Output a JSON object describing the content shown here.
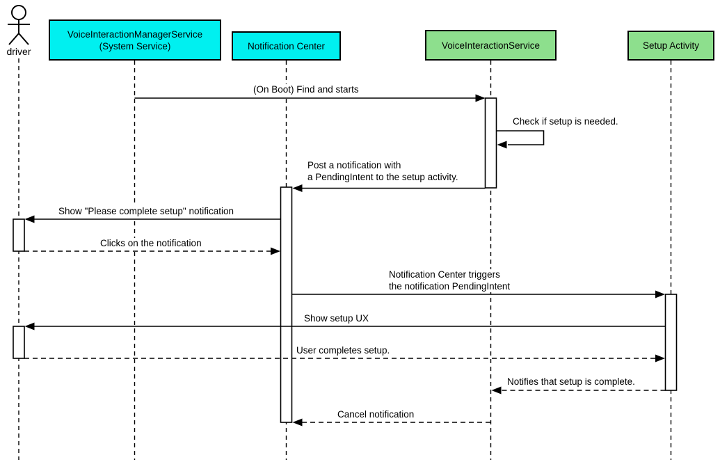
{
  "diagram": {
    "type": "uml-sequence-diagram",
    "actor": {
      "name": "driver"
    },
    "participants": [
      {
        "id": "voice-interaction-manager-service",
        "label": "VoiceInteractionManagerService\n(System Service)",
        "fill": "#00f0f0"
      },
      {
        "id": "notification-center",
        "label": "Notification Center",
        "fill": "#00f0f0"
      },
      {
        "id": "voice-interaction-service",
        "label": "VoiceInteractionService",
        "fill": "#8ddf8d"
      },
      {
        "id": "setup-activity",
        "label": "Setup Activity",
        "fill": "#8ddf8d"
      }
    ],
    "messages": [
      {
        "n": 1,
        "label": "(On Boot) Find and starts",
        "from": "VoiceInteractionManagerService (System Service)",
        "to": "VoiceInteractionService",
        "line": "solid"
      },
      {
        "n": 2,
        "label": "Check if setup is needed.",
        "from": "VoiceInteractionService",
        "to": "VoiceInteractionService",
        "line": "solid",
        "self_message": true
      },
      {
        "n": 3,
        "label": "Post a notification with\na PendingIntent to the setup activity.",
        "from": "VoiceInteractionService",
        "to": "Notification Center",
        "line": "solid"
      },
      {
        "n": 4,
        "label": "Show \"Please complete setup\" notification",
        "from": "Notification Center",
        "to": "driver",
        "line": "solid"
      },
      {
        "n": 5,
        "label": "Clicks on the notification",
        "from": "driver",
        "to": "Notification Center",
        "line": "dashed"
      },
      {
        "n": 6,
        "label": "Notification Center triggers\nthe notification PendingIntent",
        "from": "Notification Center",
        "to": "Setup Activity",
        "line": "solid"
      },
      {
        "n": 7,
        "label": "Show setup UX",
        "from": "Setup Activity",
        "to": "driver",
        "line": "solid"
      },
      {
        "n": 8,
        "label": "User completes setup.",
        "from": "driver",
        "to": "Setup Activity",
        "line": "dashed"
      },
      {
        "n": 9,
        "label": "Notifies that setup is complete.",
        "from": "Setup Activity",
        "to": "VoiceInteractionService",
        "line": "dashed"
      },
      {
        "n": 10,
        "label": "Cancel notification",
        "from": "VoiceInteractionService",
        "to": "Notification Center",
        "line": "dashed"
      }
    ],
    "colors": {
      "system_participant_fill": "#00f0f0",
      "component_participant_fill": "#8ddf8d",
      "line": "#000000",
      "text": "#000000",
      "background": "#ffffff"
    }
  }
}
